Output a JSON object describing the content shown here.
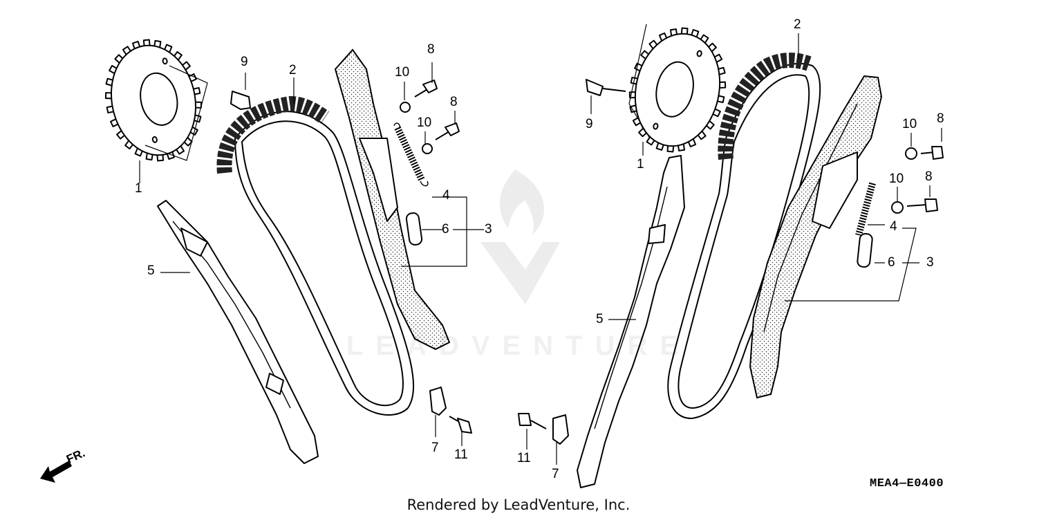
{
  "labels": {
    "l1a": "1",
    "l1b": "1",
    "l2a": "2",
    "l2b": "2",
    "l3a": "3",
    "l3b": "3",
    "l4a": "4",
    "l4b": "4",
    "l5a": "5",
    "l5b": "5",
    "l6a": "6",
    "l6b": "6",
    "l7a": "7",
    "l7b": "7",
    "l8a": "8",
    "l8b": "8",
    "l8c": "8",
    "l8d": "8",
    "l9a": "9",
    "l9b": "9",
    "l10a": "10",
    "l10b": "10",
    "l10c": "10",
    "l10d": "10",
    "l11a": "11",
    "l11b": "11"
  },
  "direction_label": "FR.",
  "diagram_code": "MEA4—E0400",
  "footer": "Rendered by LeadVenture, Inc.",
  "watermark": "LEADVENTURE"
}
